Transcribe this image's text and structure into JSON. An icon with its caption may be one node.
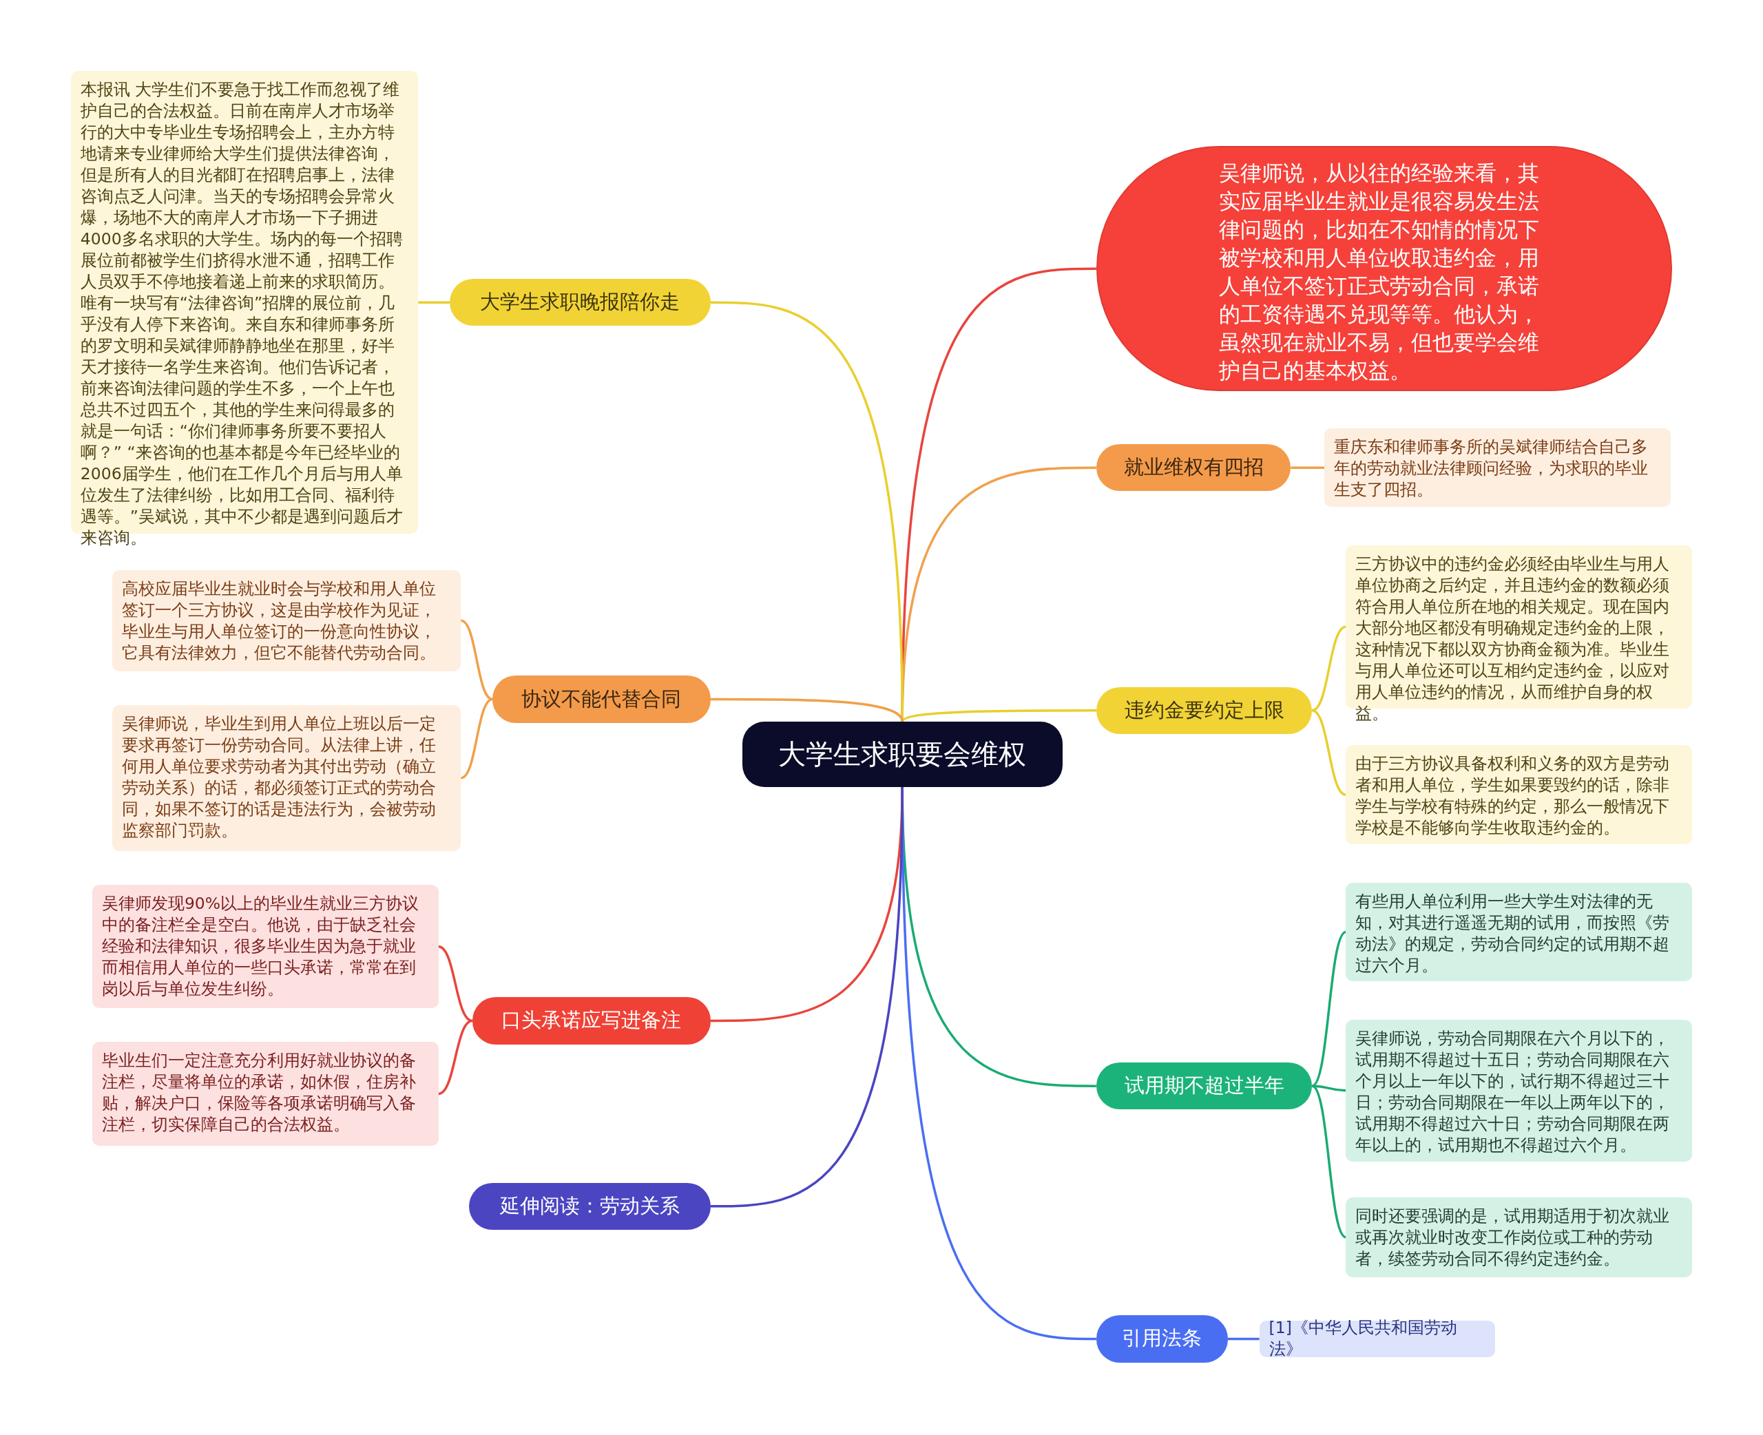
{
  "diagram": {
    "nodes": [
      {
        "text": [
          "大学生求职要会维权"
        ]
      },
      {
        "text": [
          "吴律师说，从以往的经验来看，其实应届毕业生就业是很容易发生法律问题的，比如在不知情的情况下被学校和用人单位收取违约金，用人单位不签订正式劳动合同，承诺的工资待遇不兑现等等。他认为，虽然现在就业不易，但也要学会维护自己的基本权益。"
        ]
      },
      {
        "text": [
          "就业维权有四招"
        ]
      },
      {
        "text": [
          "重庆东和律师事务所的吴斌律师结合自己多年的劳动就业法律顾问经验，为求职的毕业生支了四招。"
        ]
      },
      {
        "text": [
          "违约金要约定上限"
        ]
      },
      {
        "text": [
          "三方协议中的违约金必须经由毕业生与用人单位协商之后约定，并且违约金的数额必须符合用人单位所在地的相关规定。现在国内大部分地区都没有明确规定违约金的上限，这种情况下都以双方协商金额为准。毕业生与用人单位还可以互相约定违约金，以应对用人单位违约的情况，从而维护自身的权益。"
        ]
      },
      {
        "text": [
          "由于三方协议具备权利和义务的双方是劳动者和用人单位，学生如果要毁约的话，除非学生与学校有特殊的约定，那么一般情况下学校是不能够向学生收取违约金的。"
        ]
      },
      {
        "text": [
          "试用期不超过半年"
        ]
      },
      {
        "text": [
          "有些用人单位利用一些大学生对法律的无知，对其进行遥遥无期的试用，而按照《劳动法》的规定，劳动合同约定的试用期不超过六个月。"
        ]
      },
      {
        "text": [
          "吴律师说，劳动合同期限在六个月以下的，试用期不得超过十五日；劳动合同期限在六个月以上一年以下的，试行期不得超过三十日；劳动合同期限在一年以上两年以下的，试用期不得超过六十日；劳动合同期限在两年以上的，试用期也不得超过六个月。"
        ]
      },
      {
        "text": [
          "同时还要强调的是，试用期适用于初次就业或再次就业时改变工作岗位或工种的劳动者，续签劳动合同不得约定违约金。"
        ]
      },
      {
        "text": [
          "引用法条"
        ]
      },
      {
        "text": [
          "[1]《中华人民共和国劳动法》"
        ]
      },
      {
        "text": [
          "大学生求职晚报陪你走"
        ]
      },
      {
        "text": [
          "本报讯 大学生们不要急于找工作而忽视了维护自己的合法权益。日前在南岸人才市场举行的大中专毕业生专场招聘会上，主办方特地请来专业律师给大学生们提供法律咨询，但是所有人的目光都盯在招聘启事上，法律咨询点乏人问津。当天的专场招聘会异常火爆，场地不大的南岸人才市场一下子拥进4000多名求职的大学生。场内的每一个招聘展位前都被学生们挤得水泄不通，招聘工作人员双手不停地接着递上前来的求职简历。唯有一块写有“法律咨询”招牌的展位前，几乎没有人停下来咨询。来自东和律师事务所的罗文明和吴斌律师静静地坐在那里，好半天才接待一名学生来咨询。他们告诉记者，前来咨询法律问题的学生不多，一个上午也总共不过四五个，其他的学生来问得最多的就是一句话：“你们律师事务所要不要招人啊？” “来咨询的也基本都是今年已经毕业的2006届学生，他们在工作几个月后与用人单位发生了法律纠纷，比如用工合同、福利待遇等。”吴斌说，其中不少都是遇到问题后才来咨询。"
        ]
      },
      {
        "text": [
          "协议不能代替合同"
        ]
      },
      {
        "text": [
          "高校应届毕业生就业时会与学校和用人单位签订一个三方协议，这是由学校作为见证，毕业生与用人单位签订的一份意向性协议，它具有法律效力，但它不能替代劳动合同。"
        ]
      },
      {
        "text": [
          "吴律师说，毕业生到用人单位上班以后一定要求再签订一份劳动合同。从法律上讲，任何用人单位要求劳动者为其付出劳动（确立劳动关系）的话，都必须签订正式的劳动合同，如果不签订的话是违法行为，会被劳动监察部门罚款。"
        ]
      },
      {
        "text": [
          "口头承诺应写进备注"
        ]
      },
      {
        "text": [
          "吴律师发现90%以上的毕业生就业三方协议中的备注栏全是空白。他说，由于缺乏社会经验和法律知识，很多毕业生因为急于就业而相信用人单位的一些口头承诺，常常在到岗以后与单位发生纠纷。"
        ]
      },
      {
        "text": [
          "毕业生们一定注意充分利用好就业协议的备注栏，尽量将单位的承诺，如休假，住房补贴，解决户口，保险等各项承诺明确写入备注栏，切实保障自己的合法权益。"
        ]
      },
      {
        "text": [
          "延伸阅读：劳动关系"
        ]
      }
    ],
    "edges": [
      {
        "from": 0,
        "to": 1,
        "arrow": "none",
        "color": "#e8453c"
      },
      {
        "from": 0,
        "to": 2,
        "arrow": "none",
        "color": "#f0a04b"
      },
      {
        "from": 2,
        "to": 3,
        "arrow": "none",
        "color": "#f0a04b"
      },
      {
        "from": 0,
        "to": 4,
        "arrow": "none",
        "color": "#e8cf2e"
      },
      {
        "from": 4,
        "to": 5,
        "arrow": "none",
        "color": "#e8cf2e"
      },
      {
        "from": 4,
        "to": 6,
        "arrow": "none",
        "color": "#e8cf2e"
      },
      {
        "from": 0,
        "to": 7,
        "arrow": "none",
        "color": "#1aab72"
      },
      {
        "from": 7,
        "to": 8,
        "arrow": "none",
        "color": "#1aab72"
      },
      {
        "from": 7,
        "to": 9,
        "arrow": "none",
        "color": "#1aab72"
      },
      {
        "from": 7,
        "to": 10,
        "arrow": "none",
        "color": "#1aab72"
      },
      {
        "from": 0,
        "to": 11,
        "arrow": "none",
        "color": "#4a6ef2"
      },
      {
        "from": 11,
        "to": 12,
        "arrow": "none",
        "color": "#4a6ef2"
      },
      {
        "from": 0,
        "to": 13,
        "arrow": "none",
        "color": "#e8cf2e"
      },
      {
        "from": 13,
        "to": 14,
        "arrow": "none",
        "color": "#e8cf2e"
      },
      {
        "from": 0,
        "to": 15,
        "arrow": "none",
        "color": "#f0a04b"
      },
      {
        "from": 15,
        "to": 16,
        "arrow": "none",
        "color": "#f0a04b"
      },
      {
        "from": 15,
        "to": 17,
        "arrow": "none",
        "color": "#f0a04b"
      },
      {
        "from": 0,
        "to": 18,
        "arrow": "none",
        "color": "#e8453c"
      },
      {
        "from": 18,
        "to": 19,
        "arrow": "none",
        "color": "#e8453c"
      },
      {
        "from": 18,
        "to": 20,
        "arrow": "none",
        "color": "#e8453c"
      },
      {
        "from": 0,
        "to": 21,
        "arrow": "none",
        "color": "#4b45c2"
      }
    ]
  }
}
